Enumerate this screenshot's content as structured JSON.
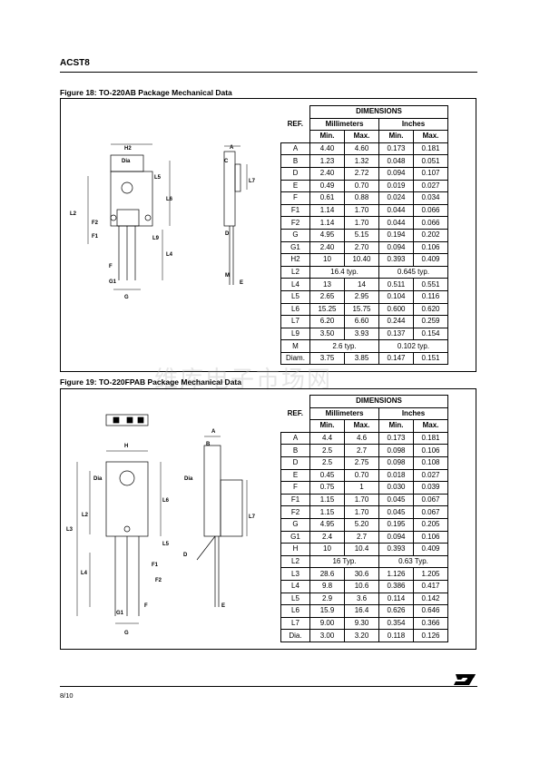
{
  "header": {
    "title": "ACST8"
  },
  "figures": [
    {
      "caption": "Figure 18: TO-220AB Package Mechanical Data",
      "table": {
        "group": "DIMENSIONS",
        "ref": "REF.",
        "mm": "Millimeters",
        "in": "Inches",
        "min": "Min.",
        "max": "Max.",
        "rows": [
          [
            "A",
            "4.40",
            "4.60",
            "0.173",
            "0.181"
          ],
          [
            "B",
            "1.23",
            "1.32",
            "0.048",
            "0.051"
          ],
          [
            "D",
            "2.40",
            "2.72",
            "0.094",
            "0.107"
          ],
          [
            "E",
            "0.49",
            "0.70",
            "0.019",
            "0.027"
          ],
          [
            "F",
            "0.61",
            "0.88",
            "0.024",
            "0.034"
          ],
          [
            "F1",
            "1.14",
            "1.70",
            "0.044",
            "0.066"
          ],
          [
            "F2",
            "1.14",
            "1.70",
            "0.044",
            "0.066"
          ],
          [
            "G",
            "4.95",
            "5.15",
            "0.194",
            "0.202"
          ],
          [
            "G1",
            "2.40",
            "2.70",
            "0.094",
            "0.106"
          ],
          [
            "H2",
            "10",
            "10.40",
            "0.393",
            "0.409"
          ],
          [
            "L2",
            "16.4 typ.",
            "",
            "0.645 typ.",
            ""
          ],
          [
            "L4",
            "13",
            "14",
            "0.511",
            "0.551"
          ],
          [
            "L5",
            "2.65",
            "2.95",
            "0.104",
            "0.116"
          ],
          [
            "L6",
            "15.25",
            "15.75",
            "0.600",
            "0.620"
          ],
          [
            "L7",
            "6.20",
            "6.60",
            "0.244",
            "0.259"
          ],
          [
            "L9",
            "3.50",
            "3.93",
            "0.137",
            "0.154"
          ],
          [
            "M",
            "2.6 typ.",
            "",
            "0.102 typ.",
            ""
          ],
          [
            "Diam.",
            "3.75",
            "3.85",
            "0.147",
            "0.151"
          ]
        ]
      },
      "drawing_labels": [
        "H2",
        "Dia",
        "L5",
        "L6",
        "L2",
        "F2",
        "F1",
        "L9",
        "L4",
        "F",
        "G1",
        "G",
        "A",
        "C",
        "L7",
        "D",
        "M",
        "E"
      ]
    },
    {
      "caption": "Figure 19: TO-220FPAB Package Mechanical Data",
      "table": {
        "group": "DIMENSIONS",
        "ref": "REF.",
        "mm": "Millimeters",
        "in": "Inches",
        "min": "Min.",
        "max": "Max.",
        "rows": [
          [
            "A",
            "4.4",
            "4.6",
            "0.173",
            "0.181"
          ],
          [
            "B",
            "2.5",
            "2.7",
            "0.098",
            "0.106"
          ],
          [
            "D",
            "2.5",
            "2.75",
            "0.098",
            "0.108"
          ],
          [
            "E",
            "0.45",
            "0.70",
            "0.018",
            "0.027"
          ],
          [
            "F",
            "0.75",
            "1",
            "0.030",
            "0.039"
          ],
          [
            "F1",
            "1.15",
            "1.70",
            "0.045",
            "0.067"
          ],
          [
            "F2",
            "1.15",
            "1.70",
            "0.045",
            "0.067"
          ],
          [
            "G",
            "4.95",
            "5.20",
            "0.195",
            "0.205"
          ],
          [
            "G1",
            "2.4",
            "2.7",
            "0.094",
            "0.106"
          ],
          [
            "H",
            "10",
            "10.4",
            "0.393",
            "0.409"
          ],
          [
            "L2",
            "16 Typ.",
            "",
            "0.63 Typ.",
            ""
          ],
          [
            "L3",
            "28.6",
            "30.6",
            "1.126",
            "1.205"
          ],
          [
            "L4",
            "9.8",
            "10.6",
            "0.386",
            "0.417"
          ],
          [
            "L5",
            "2.9",
            "3.6",
            "0.114",
            "0.142"
          ],
          [
            "L6",
            "15.9",
            "16.4",
            "0.626",
            "0.646"
          ],
          [
            "L7",
            "9.00",
            "9.30",
            "0.354",
            "0.366"
          ],
          [
            "Dia.",
            "3.00",
            "3.20",
            "0.118",
            "0.126"
          ]
        ]
      },
      "drawing_labels": [
        "H",
        "Dia",
        "L6",
        "L2",
        "L3",
        "L5",
        "F1",
        "F2",
        "L4",
        "F",
        "G1",
        "G",
        "A",
        "B",
        "Dia",
        "L7",
        "D",
        "E"
      ]
    }
  ],
  "footer": {
    "page": "8/10"
  },
  "watermark": "维库电子市场网",
  "logo": "ST"
}
